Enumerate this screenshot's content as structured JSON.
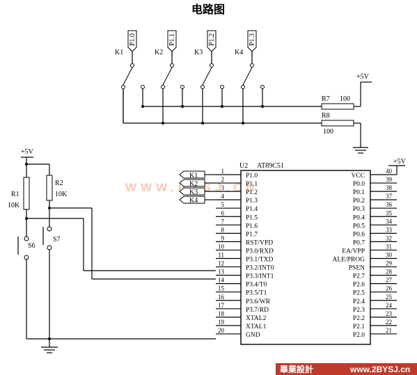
{
  "title": "电路图",
  "watermark": "WWW.BYSJ.CN",
  "footer": {
    "brand": "畢業設計",
    "url": "www.2BYSJ.cn",
    "brand_color": "#c0392b"
  },
  "keys": [
    {
      "name": "K1",
      "port": "P1.0"
    },
    {
      "name": "K2",
      "port": "P1.1"
    },
    {
      "name": "K3",
      "port": "P1.2"
    },
    {
      "name": "K4",
      "port": "P1.3"
    }
  ],
  "resistors": {
    "r7": {
      "name": "R7",
      "value": "100"
    },
    "r8": {
      "name": "R8",
      "value": "100"
    },
    "r1": {
      "name": "R1",
      "value": "10K"
    },
    "r2": {
      "name": "R2",
      "value": "10K"
    }
  },
  "supply": "+5V",
  "switches": [
    "S6",
    "S7"
  ],
  "chip": {
    "ref": "U2",
    "part": "AT89C51",
    "left_pins": [
      {
        "num": "1",
        "label": "P1.0"
      },
      {
        "num": "2",
        "label": "P1.1"
      },
      {
        "num": "3",
        "label": "P1.2"
      },
      {
        "num": "4",
        "label": "P1.3"
      },
      {
        "num": "5",
        "label": "P1.4"
      },
      {
        "num": "6",
        "label": "P1.5"
      },
      {
        "num": "7",
        "label": "P1.6"
      },
      {
        "num": "8",
        "label": "P1.7"
      },
      {
        "num": "9",
        "label": "RST/VPD"
      },
      {
        "num": "10",
        "label": "P3.0/RXD"
      },
      {
        "num": "11",
        "label": "P3.1/TXD"
      },
      {
        "num": "12",
        "label": "P3.2/INT0"
      },
      {
        "num": "13",
        "label": "P3.3/INT1"
      },
      {
        "num": "14",
        "label": "P3.4/T0"
      },
      {
        "num": "15",
        "label": "P3.5/T1"
      },
      {
        "num": "16",
        "label": "P3.6/WR"
      },
      {
        "num": "17",
        "label": "P3.7/RD"
      },
      {
        "num": "18",
        "label": "XTAL2"
      },
      {
        "num": "19",
        "label": "XTAL1"
      },
      {
        "num": "20",
        "label": "GND"
      }
    ],
    "right_pins": [
      {
        "num": "40",
        "label": "VCC"
      },
      {
        "num": "39",
        "label": "P0.0"
      },
      {
        "num": "38",
        "label": "P0.1"
      },
      {
        "num": "37",
        "label": "P0.2"
      },
      {
        "num": "36",
        "label": "P0.3"
      },
      {
        "num": "35",
        "label": "P0.4"
      },
      {
        "num": "34",
        "label": "P0.5"
      },
      {
        "num": "33",
        "label": "P0.6"
      },
      {
        "num": "32",
        "label": "P0.7"
      },
      {
        "num": "31",
        "label": "EA/VPP"
      },
      {
        "num": "30",
        "label": "ALE/PROG"
      },
      {
        "num": "29",
        "label": "PSEN"
      },
      {
        "num": "28",
        "label": "P2.7"
      },
      {
        "num": "27",
        "label": "P2.6"
      },
      {
        "num": "26",
        "label": "P2.5"
      },
      {
        "num": "25",
        "label": "P2.4"
      },
      {
        "num": "24",
        "label": "P2.3"
      },
      {
        "num": "23",
        "label": "P2.2"
      },
      {
        "num": "22",
        "label": "P2.1"
      },
      {
        "num": "21",
        "label": "P2.0"
      }
    ]
  }
}
